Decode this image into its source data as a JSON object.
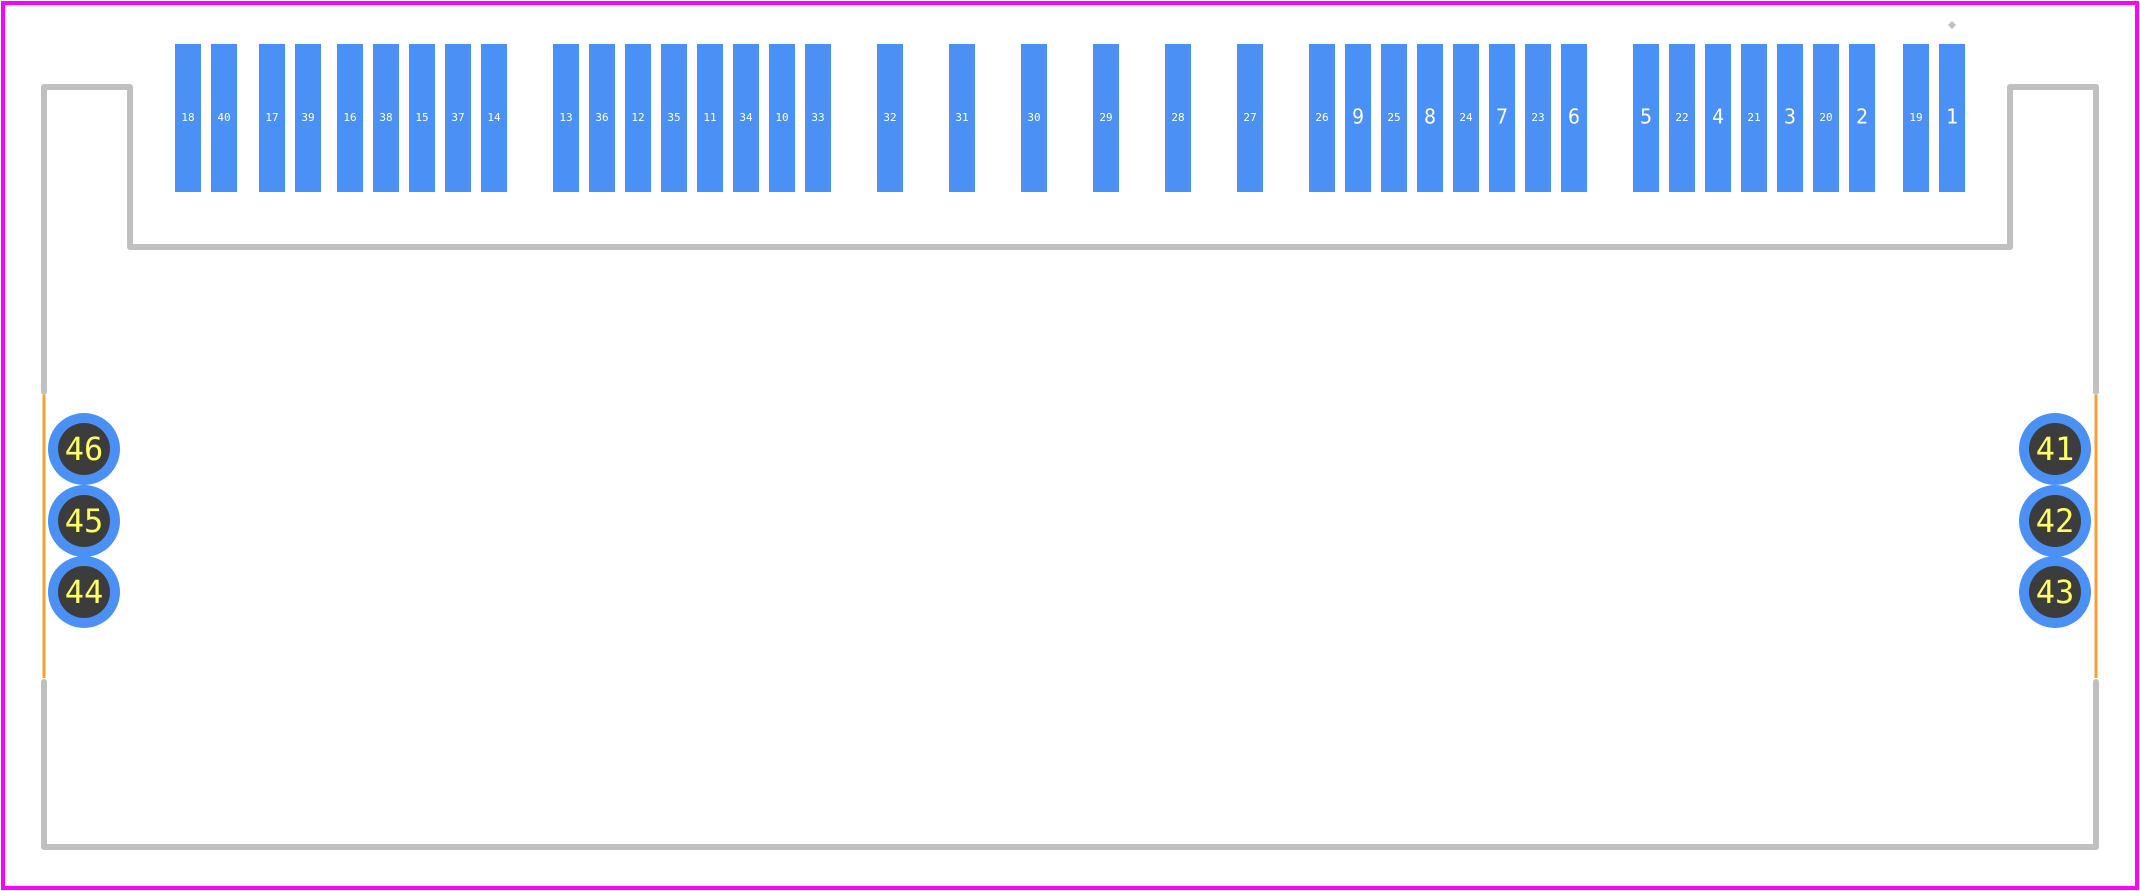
{
  "colors": {
    "background": "#ffffff",
    "board_outline": "#ff00ff",
    "silkscreen": "#c0c0c0",
    "courtyard": "#f5a033",
    "smd_pad": "#4a90f5",
    "smd_pad_label": "#ffffff",
    "thru_hole_ring": "#4a90f5",
    "thru_hole_drill": "#3c3c3c",
    "thru_hole_label": "#ffff66"
  },
  "smd_pads": [
    {
      "label": "18"
    },
    {
      "label": "40"
    },
    {
      "label": "17"
    },
    {
      "label": "39"
    },
    {
      "label": "16"
    },
    {
      "label": "38"
    },
    {
      "label": "15"
    },
    {
      "label": "37"
    },
    {
      "label": "14"
    },
    {
      "label": "13"
    },
    {
      "label": "36"
    },
    {
      "label": "12"
    },
    {
      "label": "35"
    },
    {
      "label": "11"
    },
    {
      "label": "34"
    },
    {
      "label": "10"
    },
    {
      "label": "33"
    },
    {
      "label": "32"
    },
    {
      "label": "31"
    },
    {
      "label": "30"
    },
    {
      "label": "29"
    },
    {
      "label": "28"
    },
    {
      "label": "27"
    },
    {
      "label": "26"
    },
    {
      "label": "9"
    },
    {
      "label": "25"
    },
    {
      "label": "8"
    },
    {
      "label": "24"
    },
    {
      "label": "7"
    },
    {
      "label": "23"
    },
    {
      "label": "6"
    },
    {
      "label": "5"
    },
    {
      "label": "22"
    },
    {
      "label": "4"
    },
    {
      "label": "21"
    },
    {
      "label": "3"
    },
    {
      "label": "20"
    },
    {
      "label": "2"
    },
    {
      "label": "19"
    },
    {
      "label": "1"
    }
  ],
  "thru_hole_pads": [
    {
      "label": "46"
    },
    {
      "label": "45"
    },
    {
      "label": "44"
    },
    {
      "label": "41"
    },
    {
      "label": "42"
    },
    {
      "label": "43"
    }
  ]
}
